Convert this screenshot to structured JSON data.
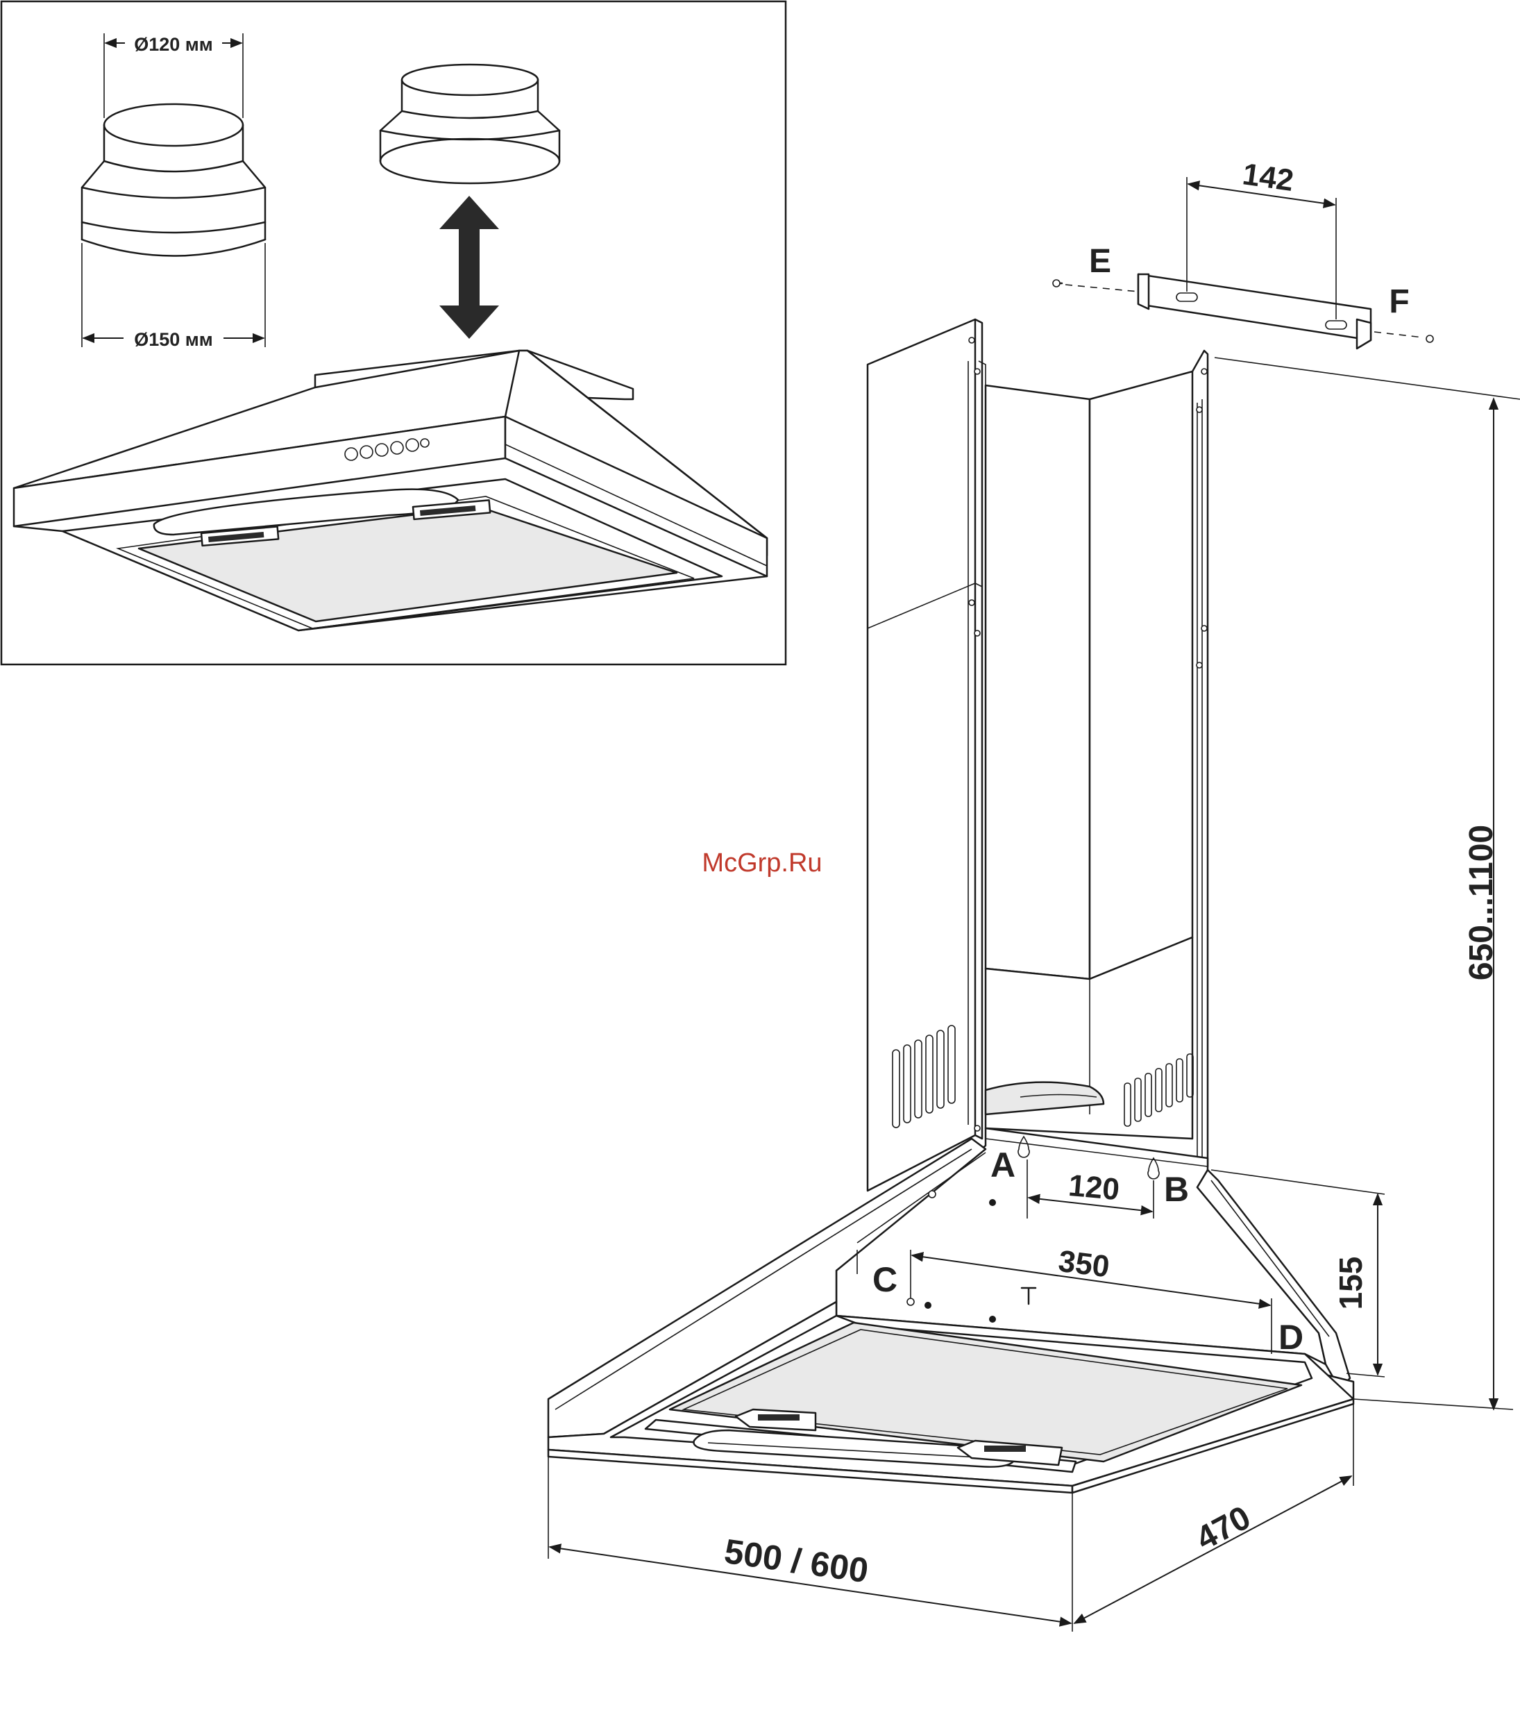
{
  "inset": {
    "adapter_top_diameter": "Ø120 мм",
    "adapter_bottom_diameter": "Ø150 мм"
  },
  "main": {
    "bracket_width": "142",
    "point_e": "E",
    "point_f": "F",
    "height_range": "650...1100",
    "point_a": "A",
    "point_b": "B",
    "point_c": "C",
    "point_d": "D",
    "dist_ab": "120",
    "dist_cd": "350",
    "hood_height": "155",
    "width": "500 / 600",
    "depth": "470"
  },
  "watermark": "McGrp.Ru",
  "colors": {
    "line": "#1a1a1a",
    "watermark": "#c0392b"
  }
}
